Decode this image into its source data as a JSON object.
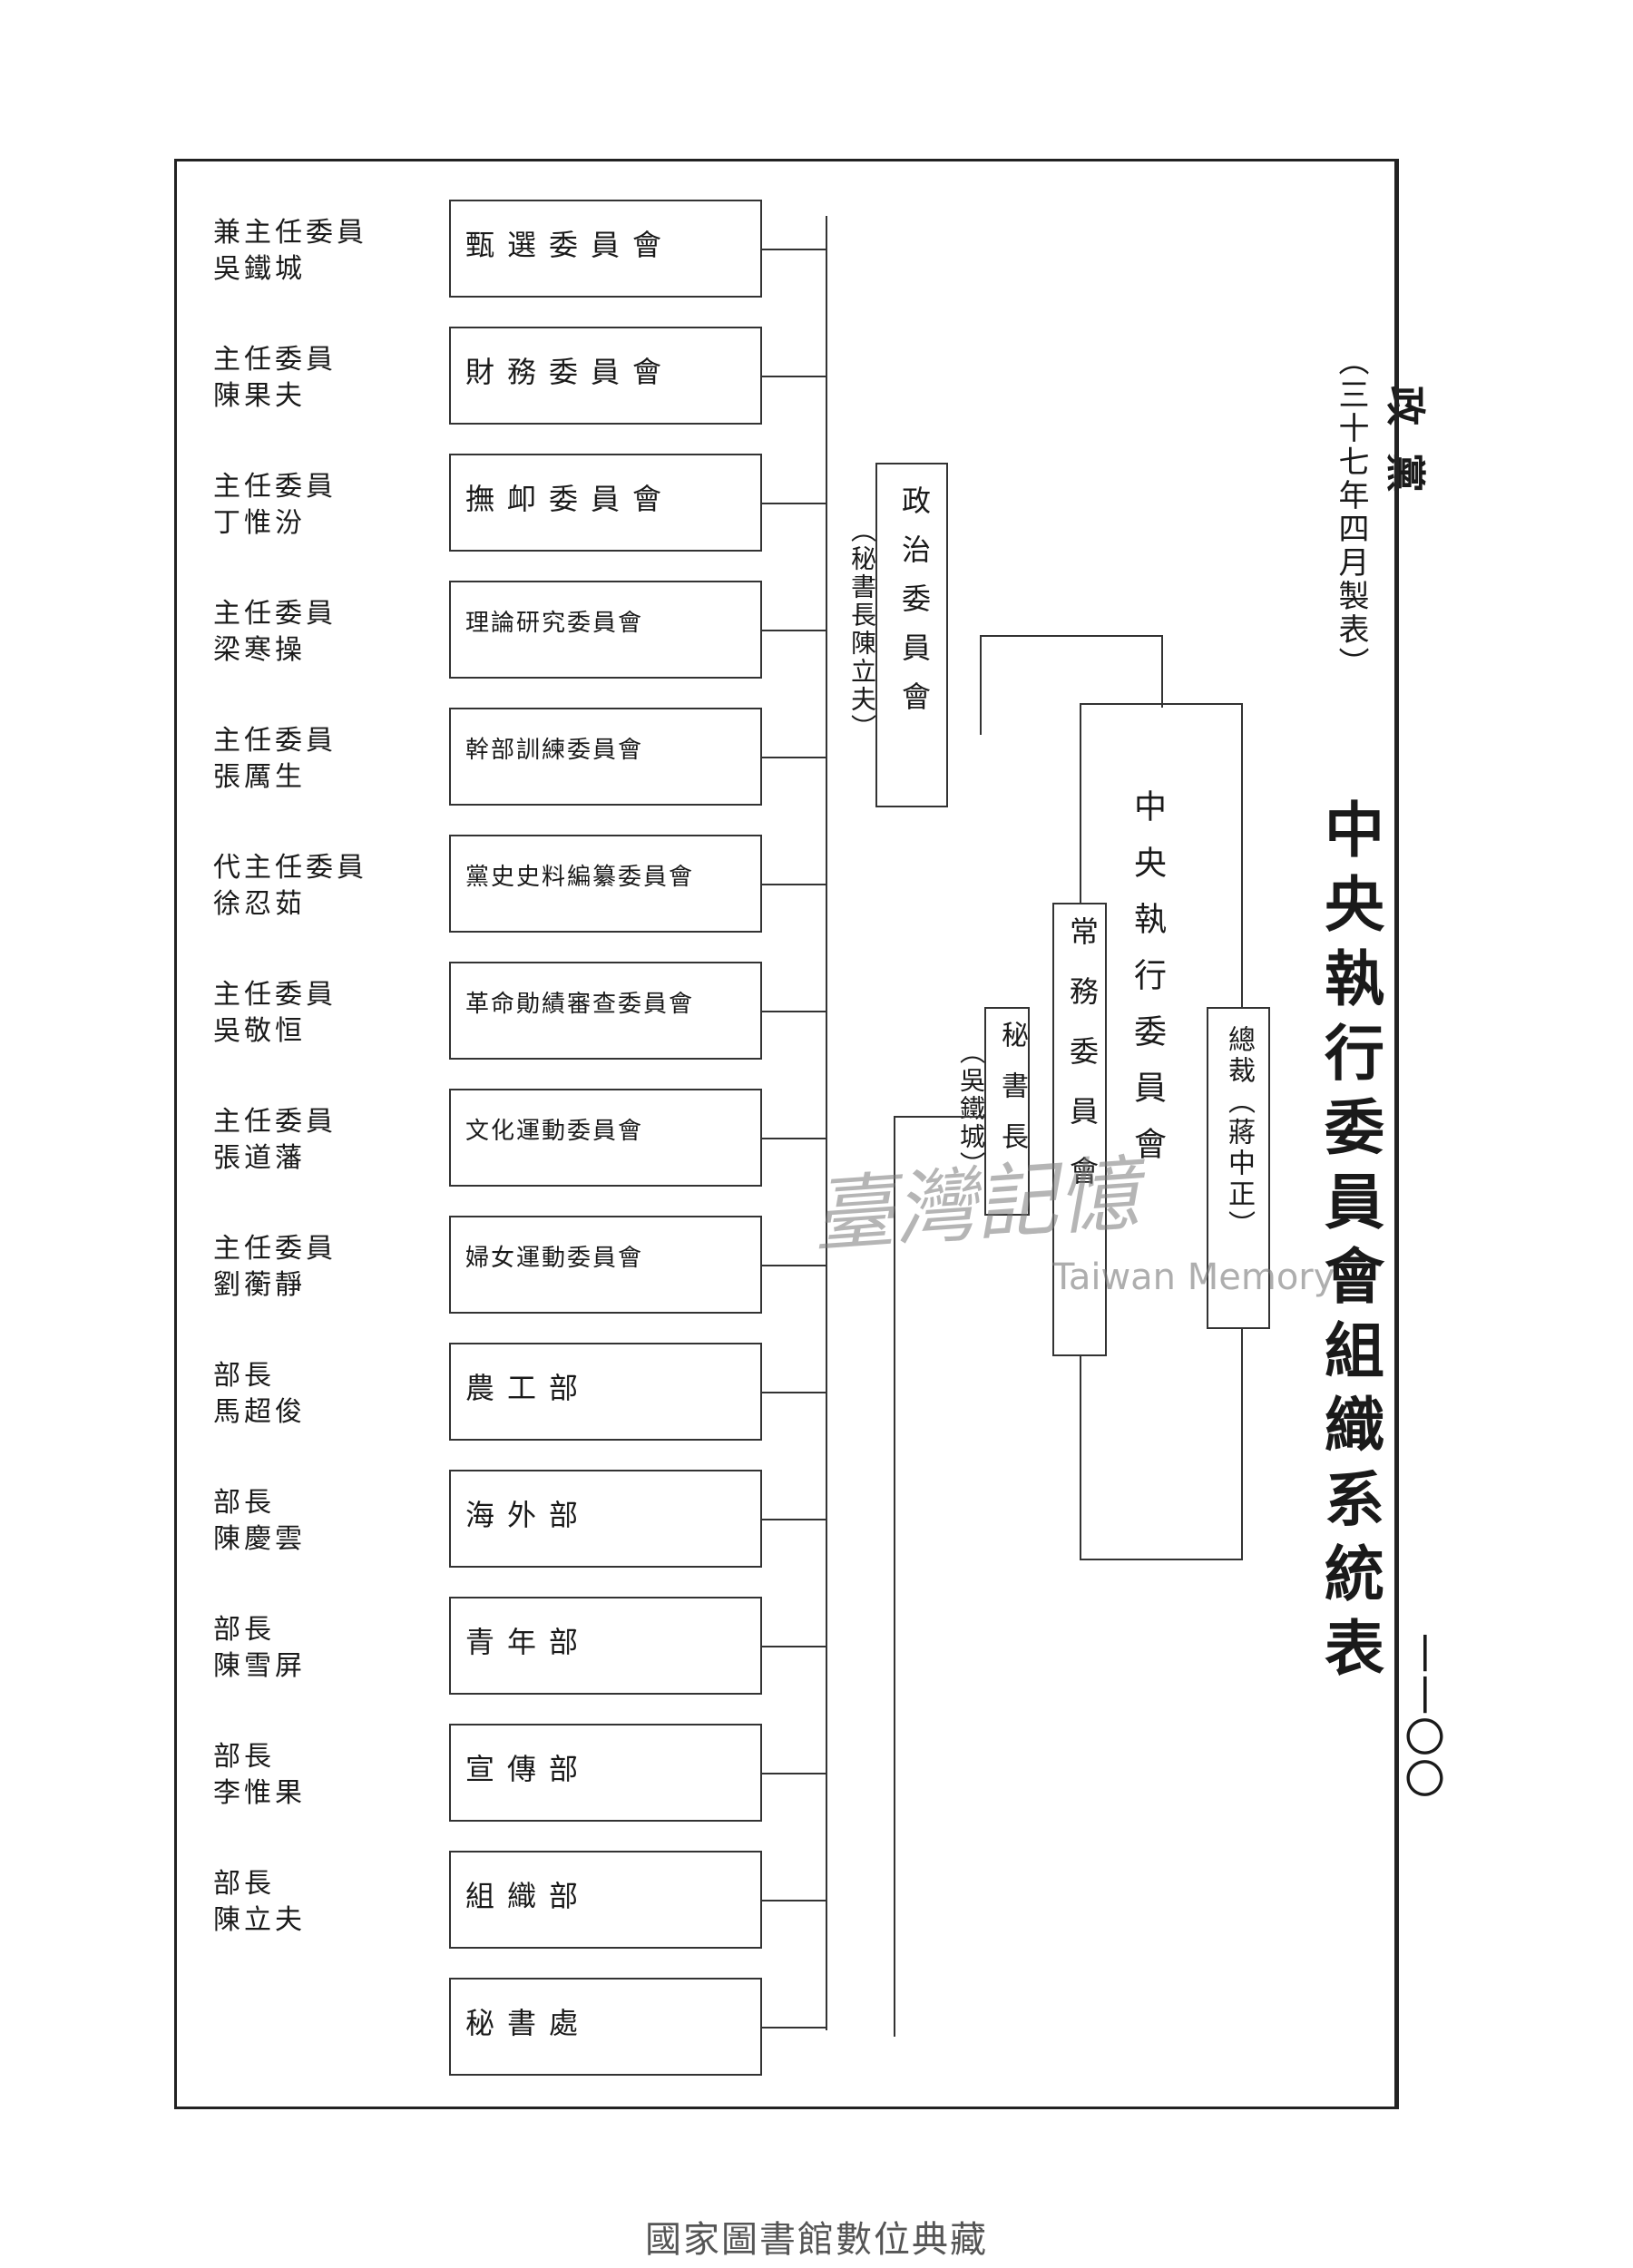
{
  "header": {
    "left_label": "政黨",
    "page_number": "一一〇〇"
  },
  "title": {
    "main": "中央執行委員會組織系統表",
    "date": "（三十七年四月製表）"
  },
  "chart": {
    "top": {
      "name": "中央執行委員會",
      "leader": "總裁（蔣中正）"
    },
    "standing": {
      "name": "常務委員會",
      "secretary": "秘書長",
      "secretary_person": "（吳鐵城）"
    },
    "political": {
      "name": "政治委員會",
      "chair": "（秘書長陳立夫）"
    },
    "departments": [
      {
        "name": "秘書處",
        "title": "",
        "person": ""
      },
      {
        "name": "組織部",
        "title": "部長",
        "person": "陳立夫"
      },
      {
        "name": "宣傳部",
        "title": "部長",
        "person": "李惟果"
      },
      {
        "name": "青年部",
        "title": "部長",
        "person": "陳雪屏"
      },
      {
        "name": "海外部",
        "title": "部長",
        "person": "陳慶雲"
      },
      {
        "name": "農工部",
        "title": "部長",
        "person": "馬超俊"
      },
      {
        "name": "婦女運動委員會",
        "title": "主任委員",
        "person": "劉蘅靜"
      },
      {
        "name": "文化運動委員會",
        "title": "主任委員",
        "person": "張道藩"
      },
      {
        "name": "革命勛績審查委員會",
        "title": "主任委員",
        "person": "吳敬恒"
      },
      {
        "name": "黨史史料編纂委員會",
        "title": "代主任委員",
        "person": "徐忍茹"
      },
      {
        "name": "幹部訓練委員會",
        "title": "主任委員",
        "person": "張厲生"
      },
      {
        "name": "理論研究委員會",
        "title": "主任委員",
        "person": "梁寒操"
      },
      {
        "name": "撫卹委員會",
        "title": "主任委員",
        "person": "丁惟汾"
      },
      {
        "name": "財務委員會",
        "title": "主任委員",
        "person": "陳果夫"
      },
      {
        "name": "甄選委員會",
        "title": "兼主任委員",
        "person": "吳鐵城"
      }
    ]
  },
  "watermark": {
    "chinese": "臺灣記憶",
    "english": "Taiwan Memory"
  },
  "footer": "國家圖書館數位典藏"
}
